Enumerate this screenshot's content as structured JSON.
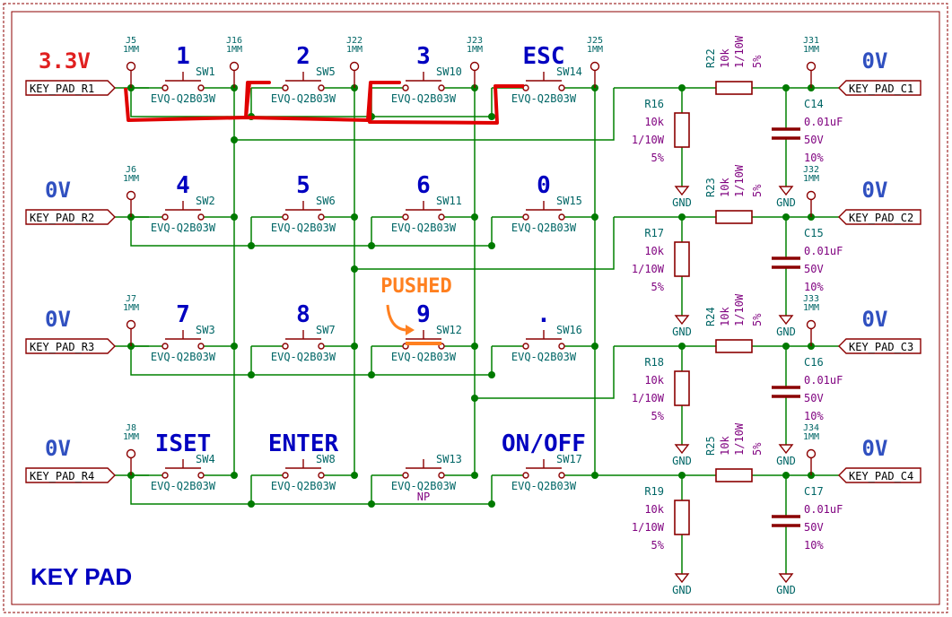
{
  "title": "KEY PAD",
  "colors": {
    "wire": "#008000",
    "junction": "#007a00",
    "component": "#8b0000",
    "ref_text": "#006666",
    "value_text": "#7f007f",
    "key_label": "#0000c0",
    "voltage_red": "#e02020",
    "voltage_blue": "#3050c0",
    "annotation_orange": "#ff8020",
    "border": "#8c0000"
  },
  "row_ports": [
    {
      "label": "KEY_PAD_R1",
      "voltage": "3.3V",
      "test_point": "J5",
      "tp_value": "1MM"
    },
    {
      "label": "KEY_PAD_R2",
      "voltage": "0V",
      "test_point": "J6",
      "tp_value": "1MM"
    },
    {
      "label": "KEY_PAD_R3",
      "voltage": "0V",
      "test_point": "J7",
      "tp_value": "1MM"
    },
    {
      "label": "KEY_PAD_R4",
      "voltage": "0V",
      "test_point": "J8",
      "tp_value": "1MM"
    }
  ],
  "col_test_points": [
    {
      "ref": "J16",
      "value": "1MM"
    },
    {
      "ref": "J22",
      "value": "1MM"
    },
    {
      "ref": "J23",
      "value": "1MM"
    },
    {
      "ref": "J25",
      "value": "1MM"
    }
  ],
  "switch_part": "EVQ-Q2B03W",
  "switches": [
    [
      {
        "ref": "SW1",
        "key": "1"
      },
      {
        "ref": "SW5",
        "key": "2"
      },
      {
        "ref": "SW10",
        "key": "3"
      },
      {
        "ref": "SW14",
        "key": "ESC"
      }
    ],
    [
      {
        "ref": "SW2",
        "key": "4"
      },
      {
        "ref": "SW6",
        "key": "5"
      },
      {
        "ref": "SW11",
        "key": "6"
      },
      {
        "ref": "SW15",
        "key": "0"
      }
    ],
    [
      {
        "ref": "SW3",
        "key": "7"
      },
      {
        "ref": "SW7",
        "key": "8"
      },
      {
        "ref": "SW12",
        "key": "9"
      },
      {
        "ref": "SW16",
        "key": "."
      }
    ],
    [
      {
        "ref": "SW4",
        "key": "ISET"
      },
      {
        "ref": "SW8",
        "key": "ENTER"
      },
      {
        "ref": "SW13",
        "key": "",
        "note": "NP"
      },
      {
        "ref": "SW17",
        "key": "ON/OFF"
      }
    ]
  ],
  "pushed_label": "PUSHED",
  "pulldowns": [
    {
      "ref": "R16",
      "value": "10k",
      "power": "1/10W",
      "tol": "5%"
    },
    {
      "ref": "R17",
      "value": "10k",
      "power": "1/10W",
      "tol": "5%"
    },
    {
      "ref": "R18",
      "value": "10k",
      "power": "1/10W",
      "tol": "5%"
    },
    {
      "ref": "R19",
      "value": "10k",
      "power": "1/10W",
      "tol": "5%"
    }
  ],
  "series_resistors": [
    {
      "ref": "R22",
      "value": "10k",
      "power": "1/10W",
      "tol": "5%"
    },
    {
      "ref": "R23",
      "value": "10k",
      "power": "1/10W",
      "tol": "5%"
    },
    {
      "ref": "R24",
      "value": "10k",
      "power": "1/10W",
      "tol": "5%"
    },
    {
      "ref": "R25",
      "value": "10k",
      "power": "1/10W",
      "tol": "5%"
    }
  ],
  "capacitors": [
    {
      "ref": "C14",
      "value": "0.01uF",
      "voltage": "50V",
      "tol": "10%"
    },
    {
      "ref": "C15",
      "value": "0.01uF",
      "voltage": "50V",
      "tol": "10%"
    },
    {
      "ref": "C16",
      "value": "0.01uF",
      "voltage": "50V",
      "tol": "10%"
    },
    {
      "ref": "C17",
      "value": "0.01uF",
      "voltage": "50V",
      "tol": "10%"
    }
  ],
  "col_outputs": [
    {
      "label": "KEY_PAD_C1",
      "voltage": "0V",
      "test_point": "J31",
      "tp_value": "1MM"
    },
    {
      "label": "KEY_PAD_C2",
      "voltage": "0V",
      "test_point": "J32",
      "tp_value": "1MM"
    },
    {
      "label": "KEY_PAD_C3",
      "voltage": "0V",
      "test_point": "J33",
      "tp_value": "1MM"
    },
    {
      "label": "KEY_PAD_C4",
      "voltage": "0V",
      "test_point": "J34",
      "tp_value": "1MM"
    }
  ],
  "gnd_label": "GND"
}
